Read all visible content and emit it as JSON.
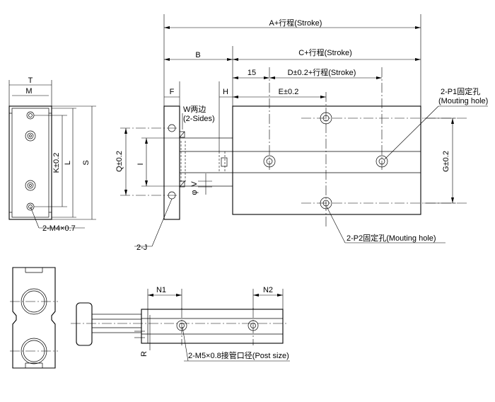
{
  "dimensions": {
    "A": "A+行程(Stroke)",
    "B": "B",
    "C": "C+行程(Stroke)",
    "fifteen": "15",
    "D": "D±0.2+行程(Stroke)",
    "E": "E±0.2",
    "F": "F",
    "H": "H",
    "T": "T",
    "M": "M",
    "K": "K±0.2",
    "L": "L",
    "S": "S",
    "Q": "Q±0.2",
    "I": "I",
    "V": "V",
    "phi": "φ",
    "G": "G±0.2",
    "N1": "N1",
    "N2": "N2",
    "R": "R"
  },
  "callouts": {
    "w_sides_line1": "W两边",
    "w_sides_line2": "(2-Sides)",
    "p1_line1": "2-P1固定孔",
    "p1_line2": "(Mouting hole)",
    "p2": "2-P2固定孔(Mouting hole)",
    "j": "2-J",
    "m4": "2-M4×0.7",
    "m5": "2-M5×0.8接管口径(Post size)"
  }
}
